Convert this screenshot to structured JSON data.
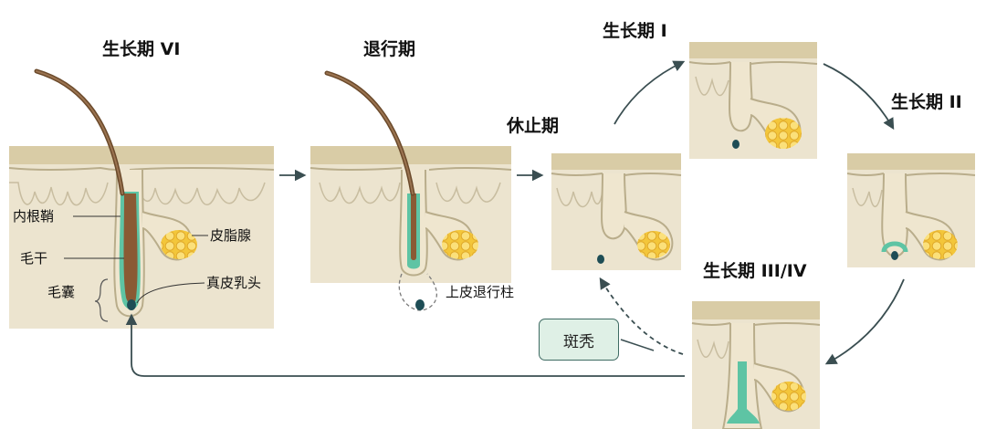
{
  "stages": {
    "anagen_vi": "生长期 VI",
    "catagen": "退行期",
    "telogen": "休止期",
    "anagen_i": "生长期 I",
    "anagen_ii": "生长期 II",
    "anagen_iii_iv": "生长期 III/IV"
  },
  "labels": {
    "inner_root_sheath": "内根鞘",
    "hair_shaft": "毛干",
    "hair_follicle": "毛囊",
    "sebaceous_gland": "皮脂腺",
    "dermal_papilla": "真皮乳头",
    "epithelial_strand": "上皮退行柱"
  },
  "badge": {
    "alopecia_areata": "斑秃"
  },
  "colors": {
    "skin": "#ece4cf",
    "skin_top": "#d9cca6",
    "outline": "#b9ad8b",
    "hair": "#6b4a2b",
    "sheath": "#5ec4a4",
    "papilla": "#1e4d55",
    "gland": "#f3c63a",
    "arrow": "#3a4e51",
    "badge_fill": "#dff0e6"
  }
}
